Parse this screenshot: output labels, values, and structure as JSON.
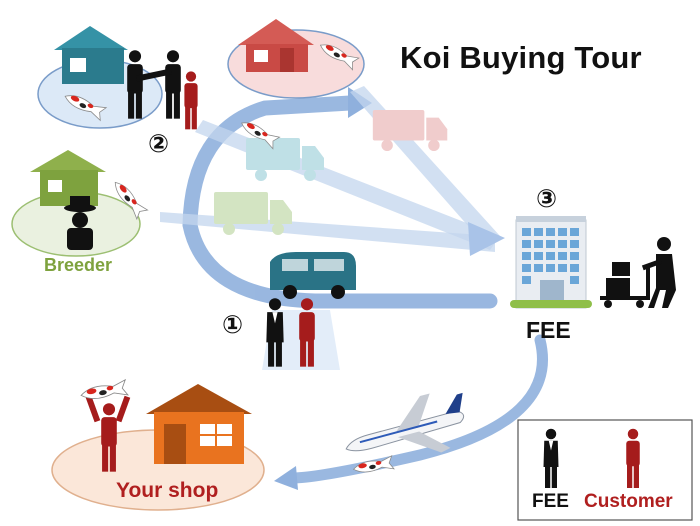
{
  "title": "Koi Buying Tour",
  "steps": {
    "one": "①",
    "two": "②",
    "three": "③"
  },
  "labels": {
    "fee": "FEE",
    "breeder": "Breeder",
    "shop": "Your shop"
  },
  "legend": {
    "fee": "FEE",
    "customer": "Customer"
  },
  "colors": {
    "arrow": "#8fb0dd",
    "fee_person": "#111111",
    "customer_person": "#a51c1c",
    "breeder_green": "#7ea23e",
    "shop_orange": "#e9731f",
    "shop_label": "#b01f1f",
    "farm_house_teal": "#2b8396",
    "farm_house_red": "#c94a45"
  },
  "icons": [
    "house-icon",
    "person-icon",
    "koi-icon",
    "truck-icon",
    "van-icon",
    "building-icon",
    "cart-icon",
    "airplane-icon"
  ]
}
